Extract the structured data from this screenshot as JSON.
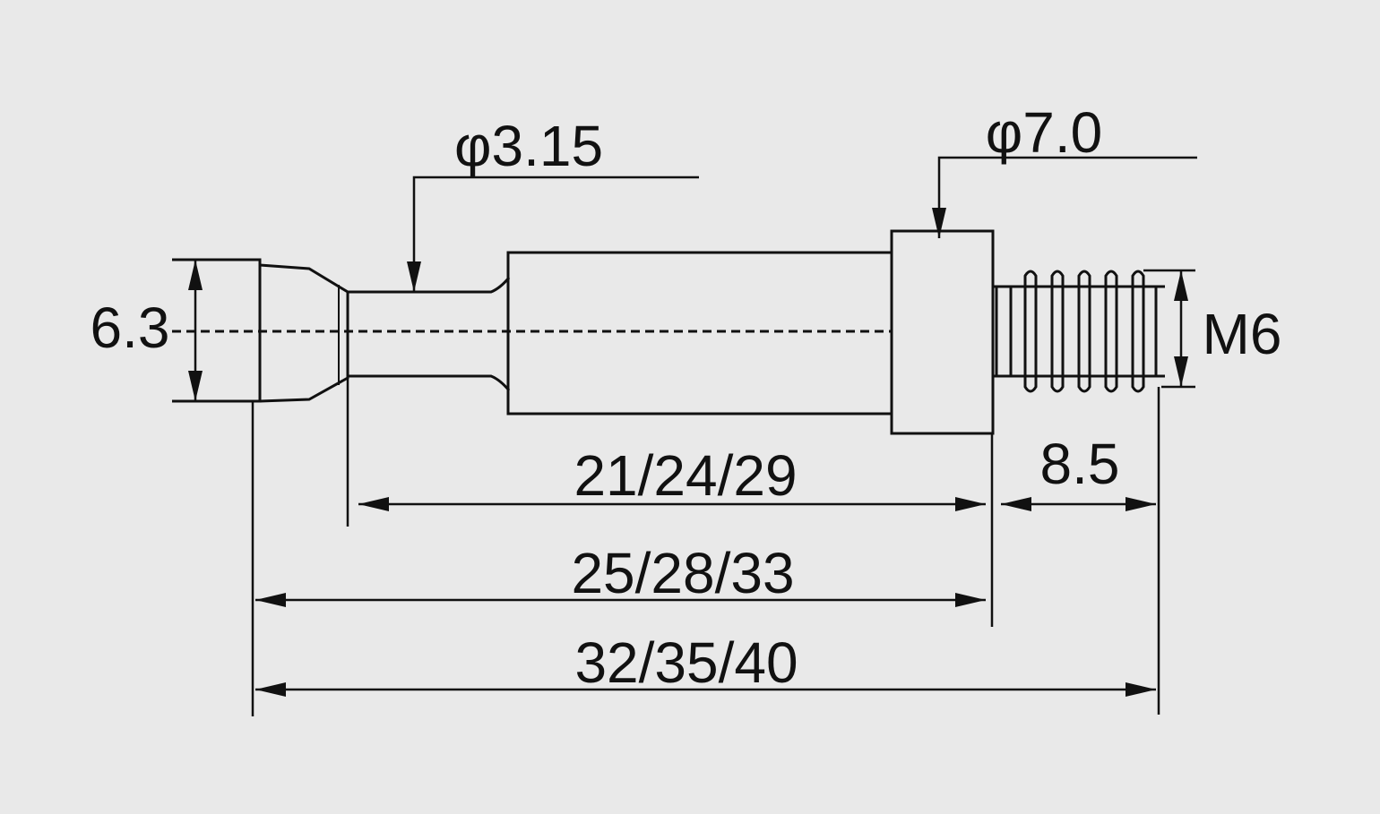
{
  "colors": {
    "background": "#e9e9e9",
    "line": "#111111"
  },
  "labels": {
    "head_diameter": "6.3",
    "neck_diameter": "φ3.15",
    "collar_diameter": "φ7.0",
    "thread_spec": "M6",
    "thread_length": "8.5",
    "length_neck_to_collar": "21/24/29",
    "length_head_to_collar": "25/28/33",
    "length_overall": "32/35/40"
  }
}
